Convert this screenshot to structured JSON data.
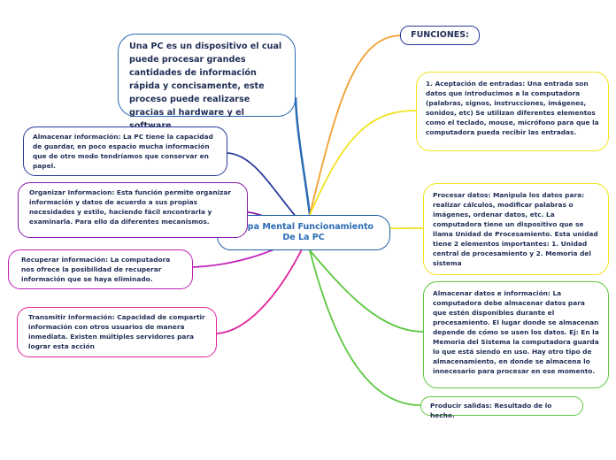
{
  "center": {
    "title": "Mapa Mental Funcionamiento De La PC"
  },
  "intro": {
    "text": "Una PC es un dispositivo el cual puede procesar grandes cantidades de información rápida y concisamente, este proceso puede realizarse gracias al hardware y el software."
  },
  "funciones": {
    "label": "FUNCIONES:"
  },
  "right": [
    {
      "text": "1. Aceptación de entradas: Una entrada son datos que introducimos a la computadora (palabras, signos, instrucciones, imágenes, sonidos, etc) Se utilizan diferentes elementos como el teclado, mouse, micrófono para que la computadora pueda recibir las entradas."
    },
    {
      "text": "Procesar datos: Manipula los datos para: realizar cálculos, modificar palabras o imágenes, ordenar datos, etc. La computadora tiene un dispositivo que se llama Unidad de Procesamiento. Esta unidad tiene 2 elementos importantes: 1. Unidad central de procesamiento y 2. Memoria del sistema"
    },
    {
      "text": "Almacenar datos e información: La computadora debe almacenar datos para que estén disponibles durante el procesamiento. El lugar donde se almacenan depende de cómo se usen los datos. Ej: En la Memoria del Sistema la computadora guarda lo que está siendo en uso. Hay otro tipo de almacenamiento, en donde se almacena lo innecesario para procesar en ese momento."
    },
    {
      "text": "Producir salidas: Resultado de lo hecho."
    }
  ],
  "left": [
    {
      "text": "Almacenar información: La PC tiene la capacidad de guardar, en poco espacio mucha información que de otro modo tendríamos que conservar en papel."
    },
    {
      "text": "Organizar Informacion: Esta función permite organizar información y datos de acuerdo a sus propias necesidades y estilo, haciendo fácil encontrarla y examinarla. Para ello da diferentes mecanismos."
    },
    {
      "text": "Recuperar información: La computadora nos ofrece la posibilidad de recuperar información que se haya eliminado."
    },
    {
      "text": "Transmitir información: Capacidad de compartir información con otros usuarios de manera inmediata. Existen múltiples servidores para lograr esta acción"
    }
  ],
  "colors": {
    "intro": "#2a6bb5",
    "funciones": "#f0a030",
    "aceptacion": "#f2e21e",
    "procesar": "#f2e21e",
    "almacenar_datos": "#5cc840",
    "producir": "#5cc840",
    "almacenar_info": "#2a3a9a",
    "organizar": "#8a1aa8",
    "recuperar": "#c020b8",
    "transmitir": "#e0249a"
  }
}
